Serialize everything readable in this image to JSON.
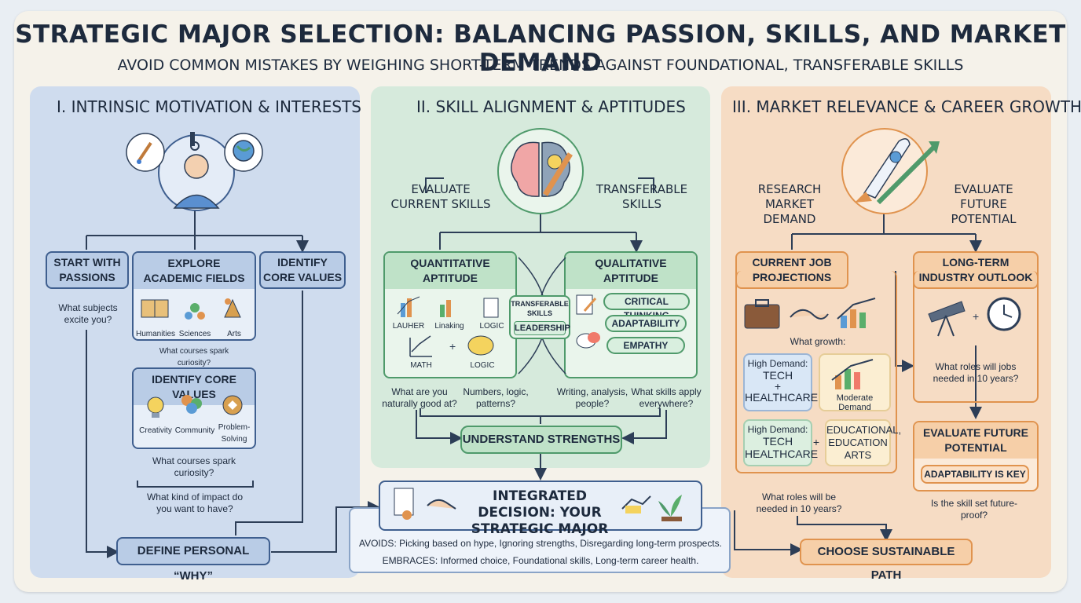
{
  "header": {
    "title": "STRATEGIC MAJOR SELECTION: BALANCING PASSION, SKILLS, AND MARKET DEMAND",
    "subtitle": "AVOID COMMON MISTAKES BY WEIGHING SHORT-TERM TRENDS AGAINST FOUNDATIONAL, TRANSFERABLE SKILLS"
  },
  "col1": {
    "heading": "I. INTRINSIC MOTIVATION & INTERESTS",
    "start_passions": "START WITH PASSIONS",
    "start_q": "What subjects excite you?",
    "explore": "EXPLORE ACADEMIC FIELDS",
    "fields": [
      "Humanities",
      "Sciences",
      "Arts"
    ],
    "explore_q": "What courses spark curiosity?",
    "identify_right": "IDENTIFY CORE VALUES",
    "identify_values": "IDENTIFY CORE VALUES",
    "values": [
      "Creativity",
      "Community",
      "Problem-Solving"
    ],
    "values_q": "What courses spark curiosity?",
    "impact_q": "What kind of impact do you want to have?",
    "define": "DEFINE PERSONAL “WHY”"
  },
  "col2": {
    "heading": "II. SKILL ALIGNMENT & APTITUDES",
    "evaluate": "EVALUATE CURRENT SKILLS",
    "transferable": "TRANSFERABLE SKILLS",
    "quant": "QUANTITATIVE APTITUDE",
    "qual": "QUALITATIVE APTITUDE",
    "quant_items": [
      "LAUHER",
      "Linaking",
      "LOGIC",
      "MATH",
      "LOGIC"
    ],
    "center_label": "TRANSFERABLE SKILLS",
    "center_pill": "LEADERSHIP",
    "qual_pills": [
      "CRITICAL THINKING",
      "ADAPTABILITY",
      "EMPATHY"
    ],
    "q1": "What are you naturally good at?",
    "q2": "Numbers, logic, patterns?",
    "q3": "Writing, analysis, people?",
    "q4": "What skills apply everywhere?",
    "strengths": "UNDERSTAND STRENGTHS"
  },
  "col3": {
    "heading": "III. MARKET RELEVANCE & CAREER GROWTH",
    "research": "RESEARCH MARKET DEMAND",
    "evaluate_future": "EVALUATE FUTURE POTENTIAL",
    "projections": "CURRENT JOB PROJECTIONS",
    "outlook": "LONG-TERM INDUSTRY OUTLOOK",
    "growth_q": "What growth:",
    "demand1": "High Demand:",
    "demand1_a": "TECH",
    "demand1_plus": "+",
    "demand1_b": "HEALTHCARE",
    "moderate": "Moderate Demand",
    "demand2": "High Demand:",
    "demand2_a": "TECH",
    "demand2_b": "HEALTHCARE",
    "edu": "EDUCATIONAL, EDUCATION ARTS",
    "roles_q": "What roles will jobs needed in 10 years?",
    "eval_future_box": "EVALUATE FUTURE POTENTIAL",
    "adapt": "ADAPTABILITY IS KEY",
    "future_q": "Is the skill set future-proof?",
    "roles_q2": "What roles will be needed in 10 years?",
    "sustainable": "CHOOSE SUSTAINABLE PATH"
  },
  "center": {
    "integrated": "INTEGRATED DECISION: YOUR STRATEGIC MAJOR",
    "avoids": "AVOIDS: Picking based on hype, Ignoring strengths, Disregarding long-term prospects.",
    "embraces": "EMBRACES: Informed choice, Foundational skills, Long-term career health."
  },
  "colors": {
    "blue": "#3f5f8f",
    "green": "#4f9a6b",
    "orange": "#e0934e"
  }
}
